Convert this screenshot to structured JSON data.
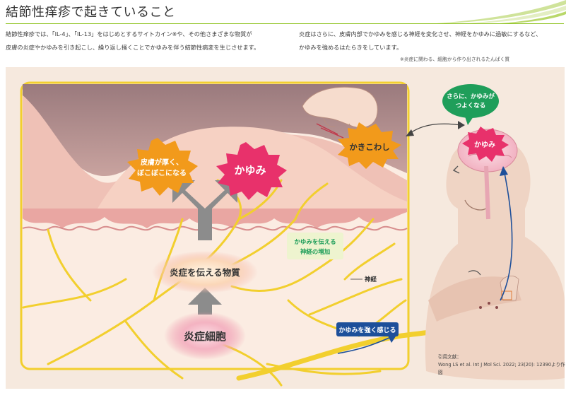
{
  "header": {
    "title": "結節性痒疹で起きていること"
  },
  "intro": {
    "left_line1": "結節性痒疹では、「IL-4」、「IL-13」をはじめとするサイトカイン※や、その他さまざまな物質が",
    "left_line2": "皮膚の炎症やかゆみを引き起こし、繰り返し掻くことでかゆみを伴う結節性病変を生じさせます。",
    "right_line1": "炎症はさらに、皮膚内部でかゆみを感じる神経を変化させ、神経をかゆみに過敏にするなど、",
    "right_line2": "かゆみを強めるはたらきをしています。",
    "footnote": "※炎症に関わる、細胞から作り出されるたんぱく質"
  },
  "diagram": {
    "burst_thick_line1": "皮膚が厚く、",
    "burst_thick_line2": "ぼこぼこになる",
    "burst_itch": "かゆみ",
    "nerve_increase_line1": "かゆみを伝える",
    "nerve_increase_line2": "神経の増加",
    "nerve_label": "神経",
    "inflammation_substance": "炎症を伝える物質",
    "inflammatory_cells": "炎症細胞",
    "scratching": "かきこわし",
    "worse_line1": "さらに、かゆみが",
    "worse_line2": "つよくなる",
    "brain_itch": "かゆみ",
    "feel_strong": "かゆみを強く感じる"
  },
  "reference": {
    "label": "引用文献：",
    "citation": "Wong LS et al. Int J Mol Sci. 2022; 23(20): 12390より作図"
  },
  "colors": {
    "title_rule": "#8fc31f",
    "panel_bg": "#f6e9de",
    "nerve": "#f2cf2e",
    "itch_burst": "#e8316b",
    "thick_burst": "#f29a1b",
    "label_green": "#1f9e5a",
    "arrow_blue": "#1d4f9a"
  }
}
